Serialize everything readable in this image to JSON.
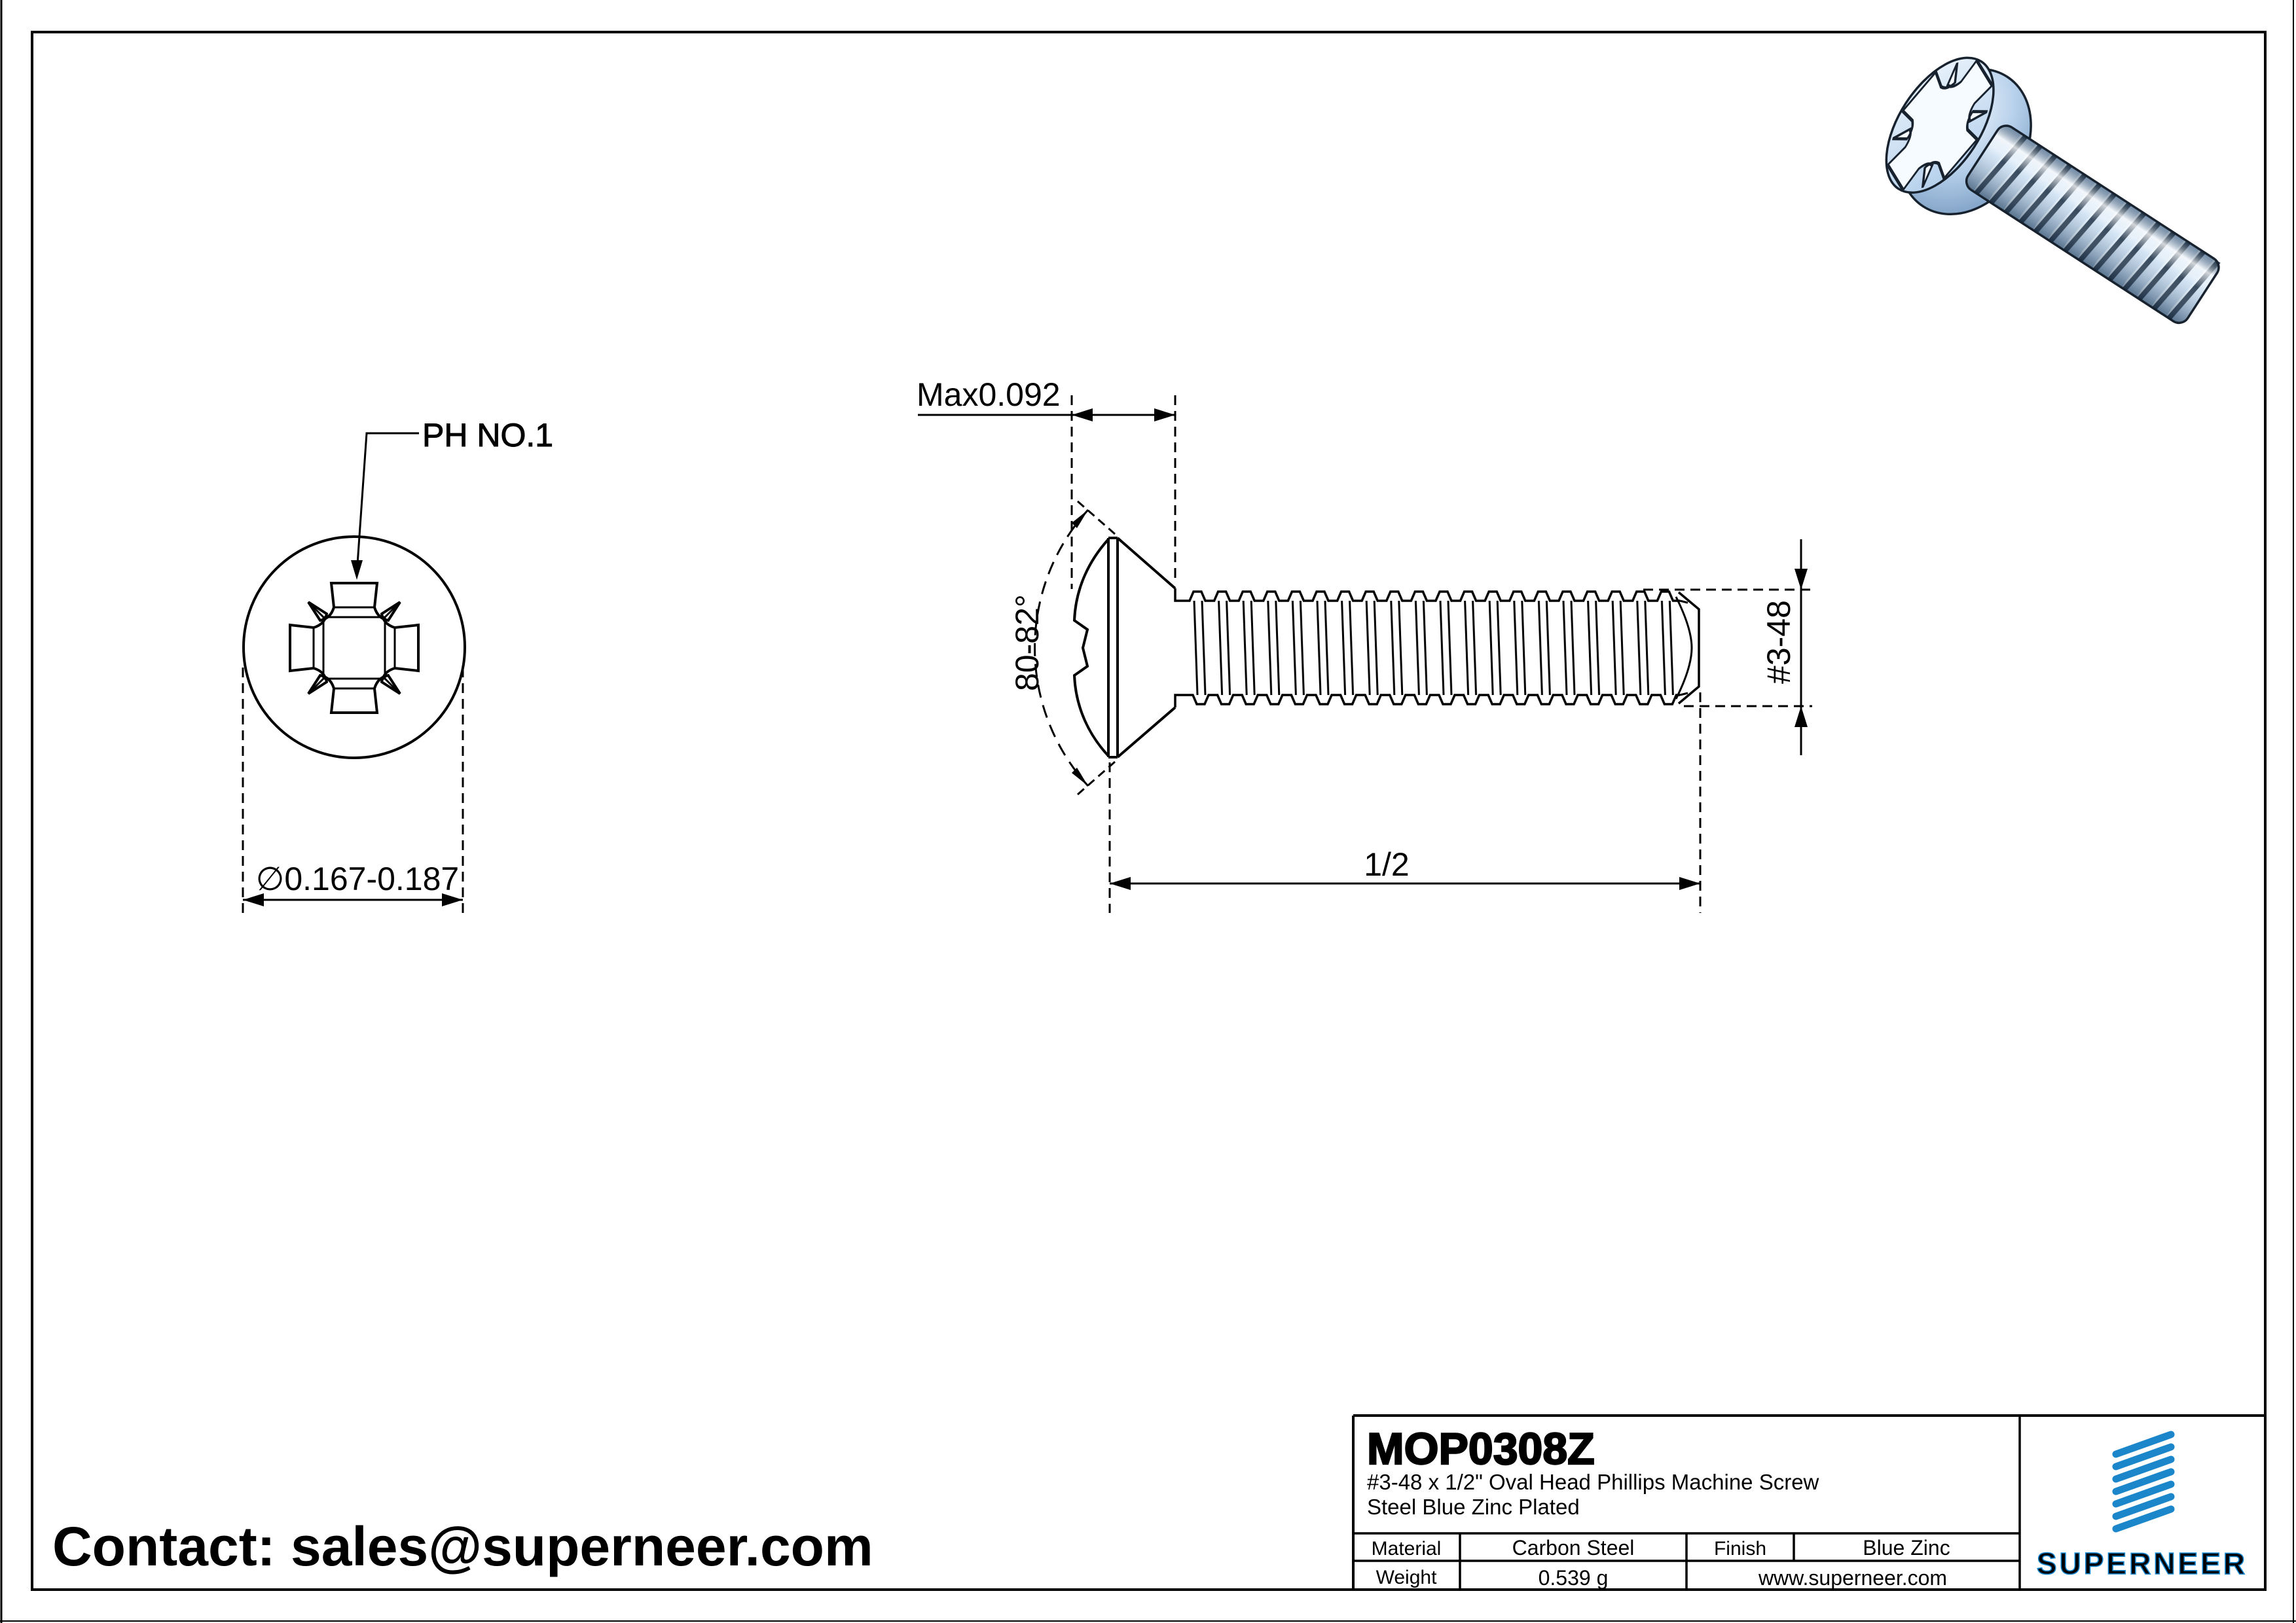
{
  "page": {
    "contact": "Contact: sales@superneer.com"
  },
  "views": {
    "front": {
      "drive_callout": "PH NO.1",
      "head_diameter": "∅0.167-0.187"
    },
    "side": {
      "head_height": "Max0.092",
      "head_angle": "80-82°",
      "thread_size": "#3-48",
      "length": "1/2"
    }
  },
  "title_block": {
    "part_number": "MOP0308Z",
    "description_line1": "#3-48 x 1/2\" Oval Head Phillips Machine Screw",
    "description_line2": "Steel Blue Zinc Plated",
    "material_label": "Material",
    "material_value": "Carbon Steel",
    "finish_label": "Finish",
    "finish_value": "Blue Zinc",
    "weight_label": "Weight",
    "weight_value": "0.539 g",
    "website": "www.superneer.com",
    "brand": "SUPERNEER"
  },
  "colors": {
    "brand_blue": "#1588d1",
    "link_blue": "#1e88d2",
    "line_black": "#000000",
    "screw_body_blue": "#b8d3ec",
    "screw_outline": "#17222e"
  }
}
